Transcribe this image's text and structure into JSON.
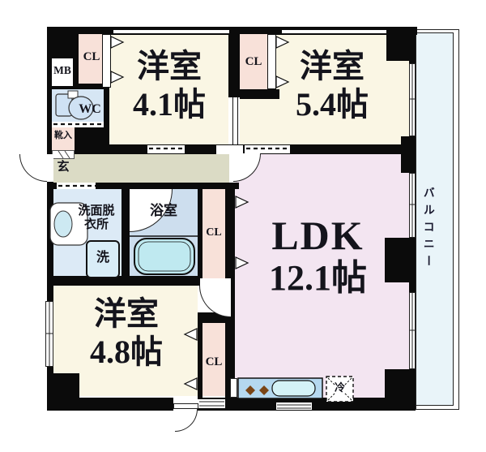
{
  "plan": {
    "room_top_left": {
      "name": "洋室",
      "size": "4.1帖"
    },
    "room_top_right": {
      "name": "洋室",
      "size": "5.4帖"
    },
    "room_bottom": {
      "name": "洋室",
      "size": "4.8帖"
    },
    "ldk": {
      "name": "LDK",
      "size": "12.1帖"
    },
    "bathroom_label": "浴室",
    "washroom_label_1": "洗面脱",
    "washroom_label_2": "衣所",
    "wc_label": "WC",
    "closet_label": "CL",
    "balcony_label": "バルコニー",
    "entrance_label": "玄",
    "shoe_cabinet_label": "靴入",
    "meter_box_label": "MB",
    "washing_machine_label": "洗",
    "refrigerator_label": "冷"
  },
  "colors": {
    "wall": "#0b0b0b",
    "room_floor": "#faf6e4",
    "ldk_floor": "#f3e5f1",
    "closet": "#f8e1d9",
    "hallway": "#dbdbc5",
    "washroom": "#dceaf6",
    "bathroom": "#cddeee",
    "wc": "#d6e6f4",
    "bathtub": "#bfe9f0",
    "kitchen_counter": "#b5d8ef",
    "balcony": "#e9f4f9",
    "burner": "#7a4516",
    "text": "#14141c"
  }
}
